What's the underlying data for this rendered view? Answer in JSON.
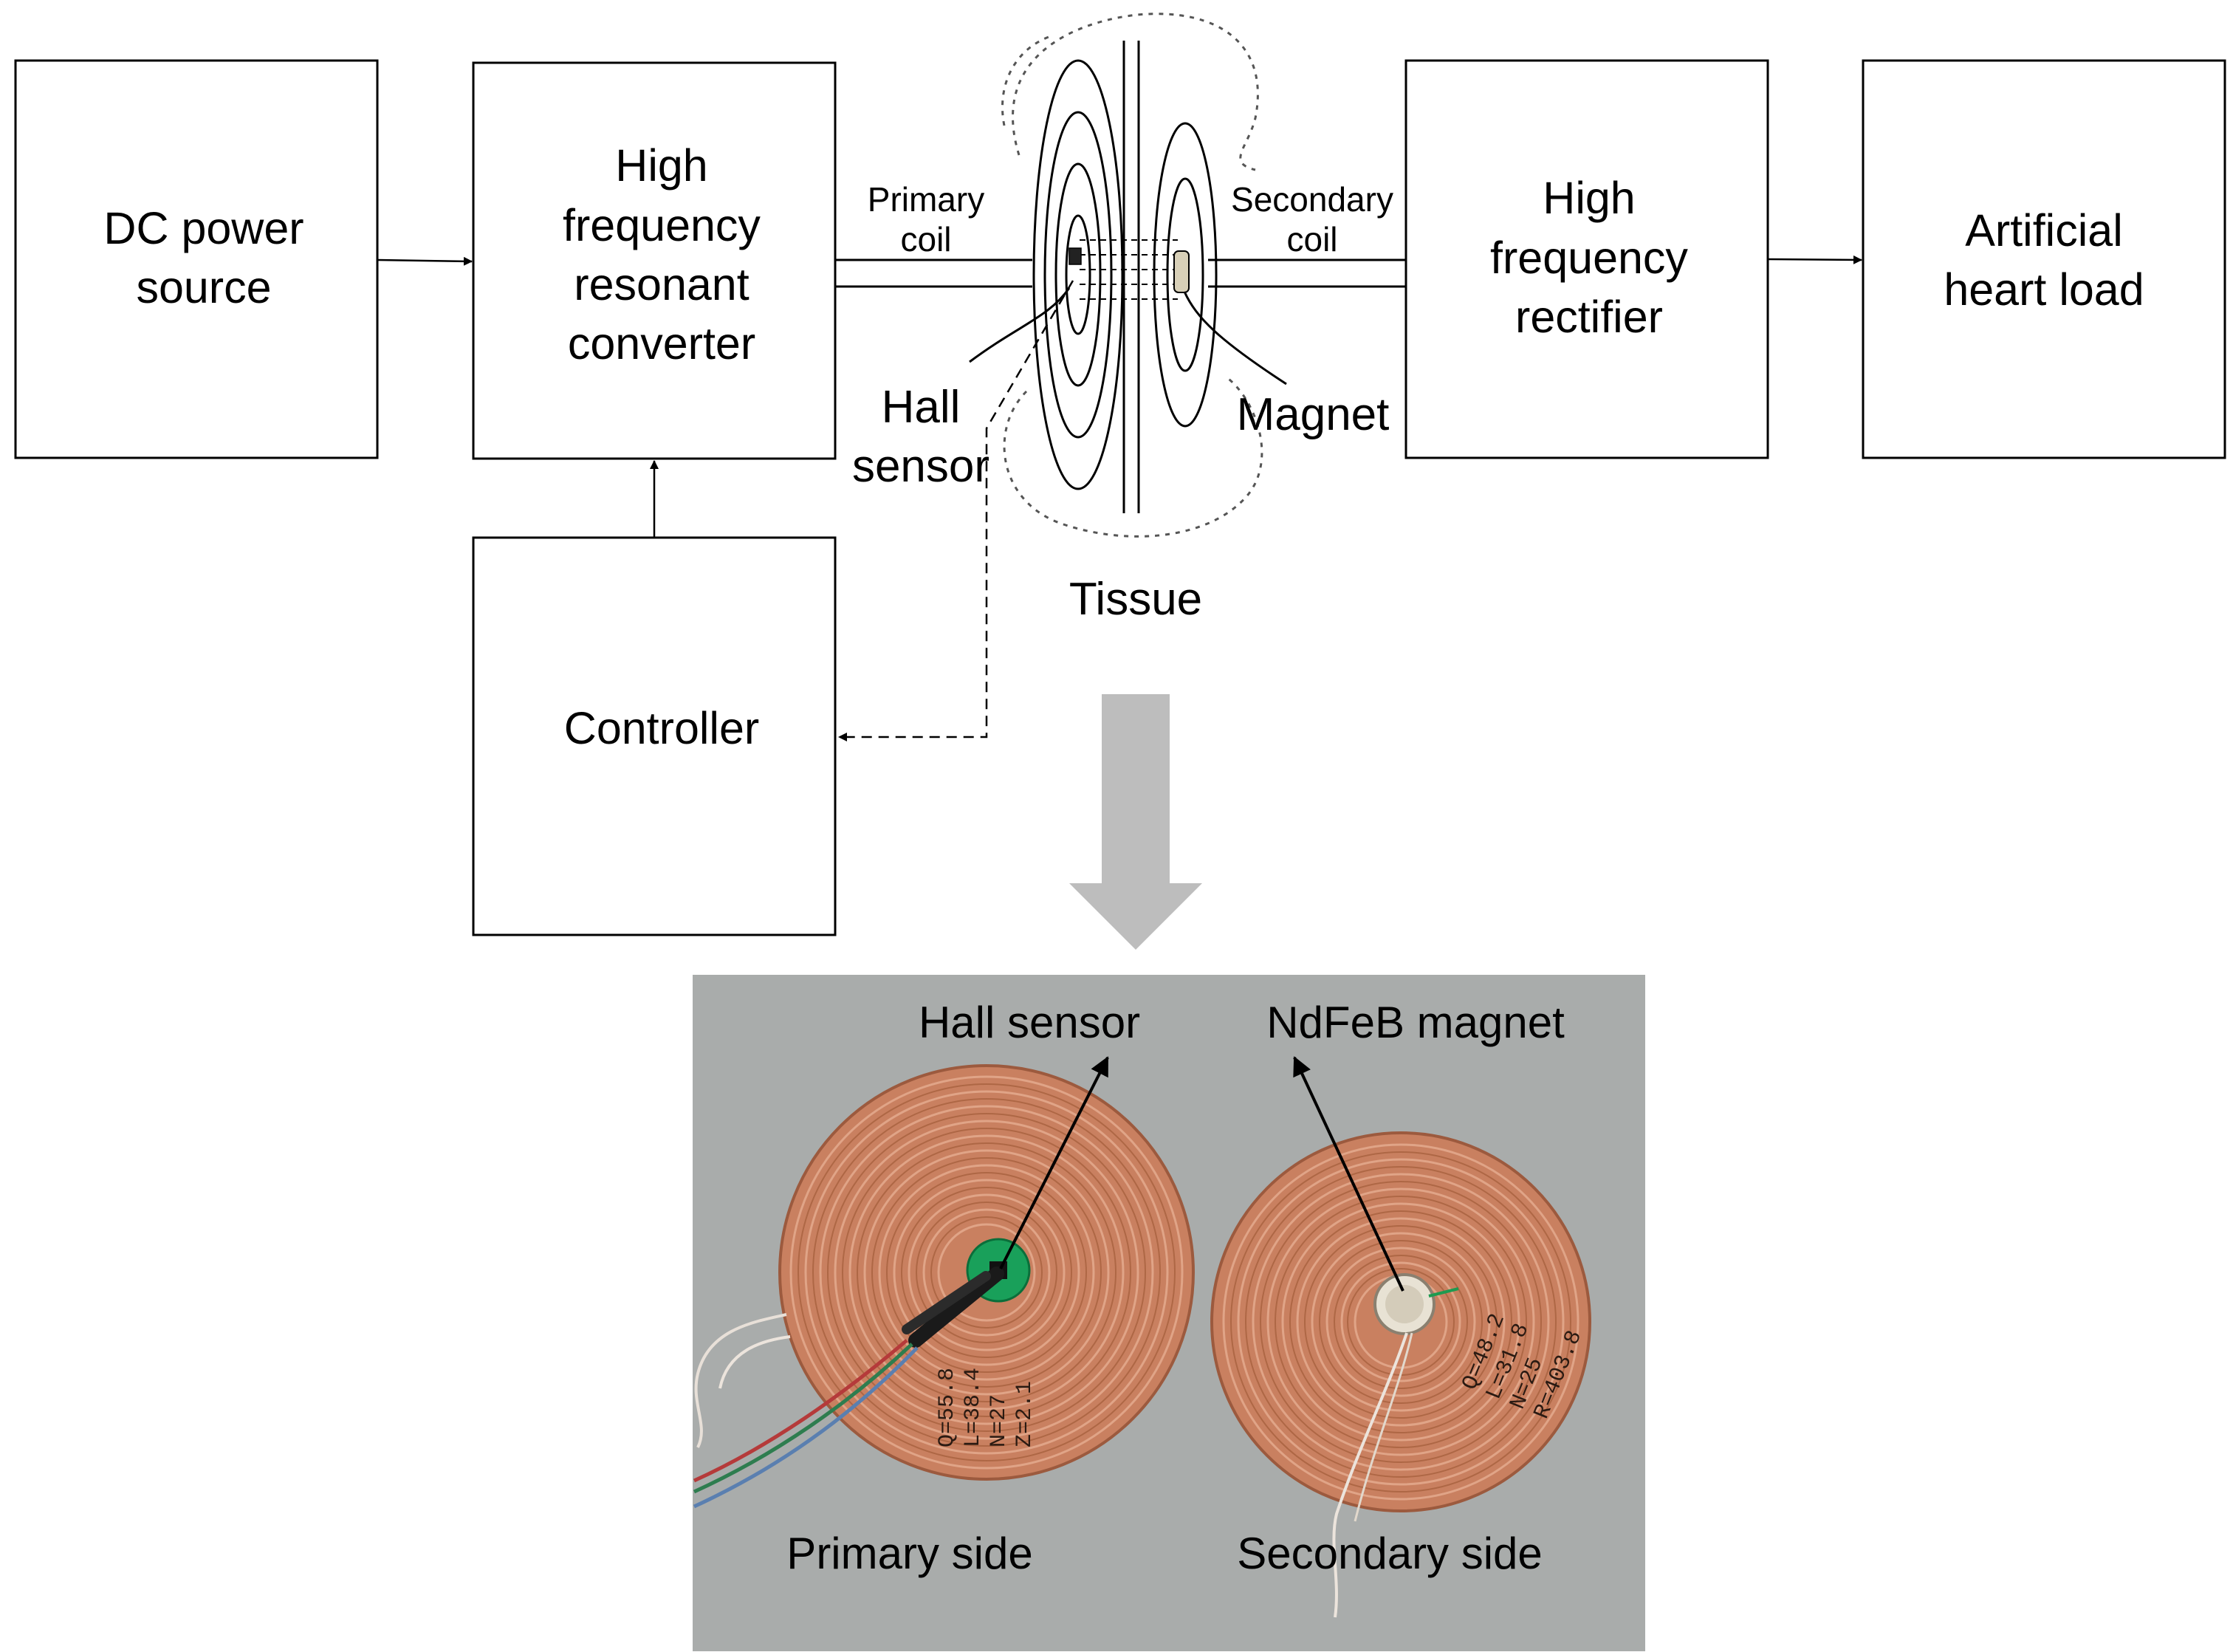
{
  "blocks": {
    "dc_power_source": [
      "DC power",
      "source"
    ],
    "resonant_converter": [
      "High",
      "frequency",
      "resonant",
      "converter"
    ],
    "controller": [
      "Controller"
    ],
    "rectifier": [
      "High",
      "frequency",
      "rectifier"
    ],
    "heart_load": [
      "Artificial",
      "heart load"
    ]
  },
  "coil_labels": {
    "primary_coil": [
      "Primary",
      "coil"
    ],
    "secondary_coil": [
      "Secondary",
      "coil"
    ],
    "hall_sensor": [
      "Hall",
      "sensor"
    ],
    "magnet": "Magnet",
    "tissue": "Tissue"
  },
  "photo": {
    "hall_sensor_label": "Hall sensor",
    "magnet_label": "NdFeB magnet",
    "primary_side_label": "Primary side",
    "secondary_side_label": "Secondary side",
    "primary_coil_handwriting": [
      "Q=55.8",
      "L=38.4",
      "N=27",
      "Z=2.1"
    ],
    "secondary_coil_handwriting": [
      "Q=48.2",
      "L=31.8",
      "N=25",
      "R=403.8"
    ]
  },
  "colors": {
    "line": "#000000",
    "block_border": "#000000",
    "photo_background": "#a9acab",
    "coil_copper": "#c98060",
    "coil_copper_dark": "#8a4a30",
    "sensor_green": "#19a05a",
    "big_arrow": "#bdbdbd"
  }
}
